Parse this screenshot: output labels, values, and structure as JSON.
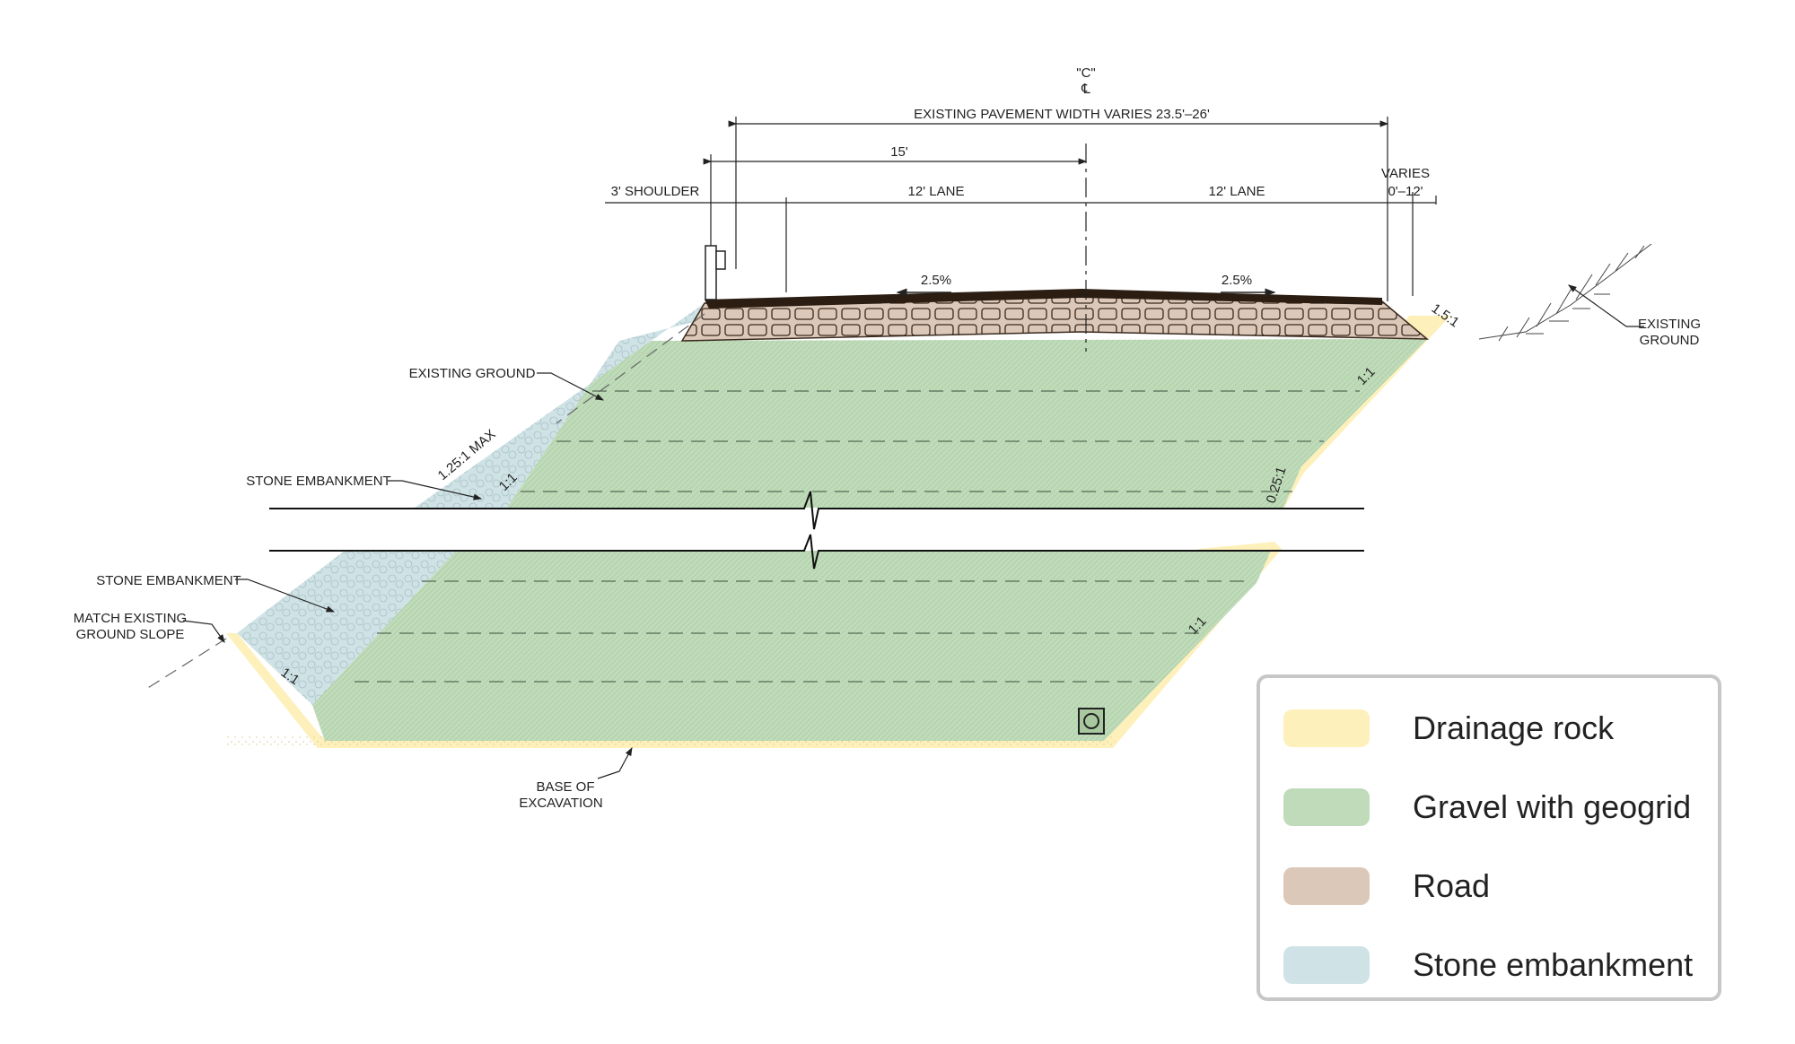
{
  "colors": {
    "drainage_rock": "#fdf0bb",
    "gravel": "#bfdbb9",
    "road": "#dcc8b8",
    "stone_embankment": "#cfe3e6",
    "pavement": "#2b1d12",
    "line": "#222222"
  },
  "labels": {
    "centerline_c": "\"C\"",
    "centerline_symbol": "℄",
    "pavement_width": "EXISTING PAVEMENT WIDTH VARIES 23.5'–26'",
    "dim_15": "15'",
    "shoulder": "3' SHOULDER",
    "lane_left": "12' LANE",
    "lane_right": "12' LANE",
    "varies": "VARIES",
    "varies_range": "0'–12'",
    "slope_left": "2.5%",
    "slope_right": "2.5%",
    "slope_1_5": "1.5:1",
    "existing_ground_right_1": "EXISTING",
    "existing_ground_right_2": "GROUND",
    "existing_ground_left": "EXISTING GROUND",
    "slope_125_max": "1.25:1 MAX",
    "stone_embankment_upper": "STONE EMBANKMENT",
    "ratio_11_upper_left": "1:1",
    "ratio_11_upper_right": "1:1",
    "ratio_025": "0.25:1",
    "stone_embankment_lower": "STONE EMBANKMENT",
    "match_existing_1": "MATCH EXISTING",
    "match_existing_2": "GROUND SLOPE",
    "ratio_11_lower_left": "1:1",
    "ratio_11_lower_right": "1:1",
    "base_excavation_1": "BASE OF",
    "base_excavation_2": "EXCAVATION"
  },
  "legend": [
    {
      "label": "Drainage rock",
      "color": "#fdf0bb"
    },
    {
      "label": "Gravel with geogrid",
      "color": "#bfdbb9"
    },
    {
      "label": "Road",
      "color": "#dcc8b8"
    },
    {
      "label": "Stone embankment",
      "color": "#cfe3e6"
    }
  ]
}
